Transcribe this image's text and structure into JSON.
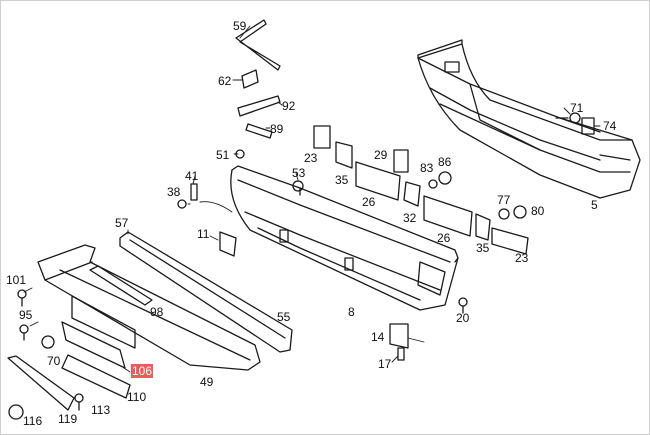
{
  "colors": {
    "line": "#1a1a1a",
    "highlight": "#e85c5c",
    "background": "#ffffff"
  },
  "highlighted_part": "106",
  "callouts": {
    "c59": "59",
    "c62": "62",
    "c92": "92",
    "c89": "89",
    "c51": "51",
    "c23a": "23",
    "c29": "29",
    "c83": "83",
    "c86": "86",
    "c71": "71",
    "c74": "74",
    "c53": "53",
    "c35a": "35",
    "c26a": "26",
    "c32": "32",
    "c41": "41",
    "c38": "38",
    "c77": "77",
    "c80": "80",
    "c5": "5",
    "c57": "57",
    "c11": "11",
    "c26b": "26",
    "c35b": "35",
    "c23b": "23",
    "c101": "101",
    "c98": "98",
    "c95": "95",
    "c55": "55",
    "c8": "8",
    "c20": "20",
    "c14": "14",
    "c70": "70",
    "c17": "17",
    "c106": "106",
    "c49": "49",
    "c110": "110",
    "c113": "113",
    "c116": "116",
    "c119": "119"
  }
}
